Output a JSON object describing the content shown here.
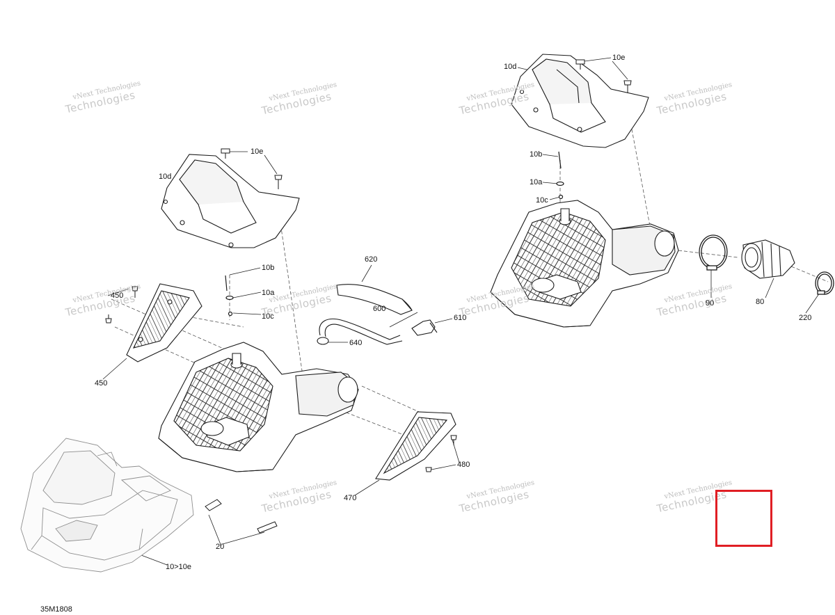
{
  "figure_id": "35M1808",
  "watermark": {
    "line1": "vNext Technologies",
    "line2": "Technologies"
  },
  "callouts": [
    {
      "id": "c-10e-top",
      "text": "10e"
    },
    {
      "id": "c-10d-top",
      "text": "10d"
    },
    {
      "id": "c-10b-right",
      "text": "10b"
    },
    {
      "id": "c-10a-right",
      "text": "10a"
    },
    {
      "id": "c-10c-right",
      "text": "10c"
    },
    {
      "id": "c-90",
      "text": "90"
    },
    {
      "id": "c-80",
      "text": "80"
    },
    {
      "id": "c-220",
      "text": "220"
    },
    {
      "id": "c-10e-left",
      "text": "10e"
    },
    {
      "id": "c-10d-left",
      "text": "10d"
    },
    {
      "id": "c-10b-left",
      "text": "10b"
    },
    {
      "id": "c-10a-left",
      "text": "10a"
    },
    {
      "id": "c-10c-left",
      "text": "10c"
    },
    {
      "id": "c-620",
      "text": "620"
    },
    {
      "id": "c-600",
      "text": "600"
    },
    {
      "id": "c-610",
      "text": "610"
    },
    {
      "id": "c-640",
      "text": "640"
    },
    {
      "id": "c-450",
      "text": "450"
    },
    {
      "id": "c-480",
      "text": "480"
    },
    {
      "id": "c-470",
      "text": "470"
    },
    {
      "id": "c-20",
      "text": "20"
    },
    {
      "id": "c-10-10e",
      "text": "10>10e"
    },
    {
      "id": "c-450b",
      "text": "450"
    }
  ],
  "colors": {
    "line": "#1a1a1a",
    "ghost": "#9a9a9a",
    "highlight": "#e01e24"
  }
}
